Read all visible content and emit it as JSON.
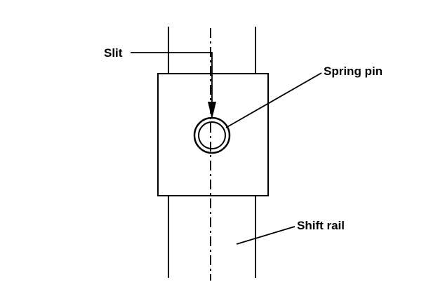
{
  "diagram": {
    "labels": {
      "slit": "Slit",
      "spring_pin": "Spring pin",
      "shift_rail": "Shift rail"
    },
    "colors": {
      "ink": "#000000",
      "paper": "#ffffff"
    }
  }
}
